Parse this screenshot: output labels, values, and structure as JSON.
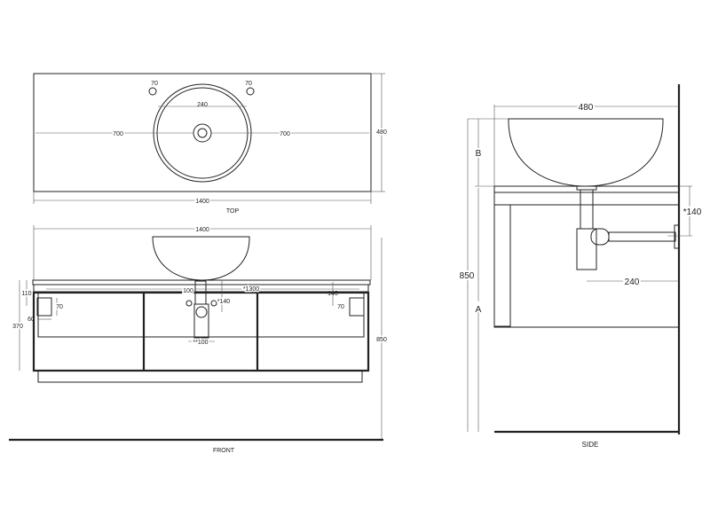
{
  "top_view": {
    "label": "TOP",
    "tap_left": "70",
    "tap_right": "70",
    "basin_diameter": "240",
    "left_offset": "700",
    "right_offset": "700",
    "depth": "480",
    "width": "1400"
  },
  "front_view": {
    "label": "FRONT",
    "width": "1400",
    "bracket_top": "110",
    "cabinet_height": "370",
    "bracket_width": "60",
    "bracket_height_left": "70",
    "bracket_height_right": "70",
    "bracket_spacing": "*1300",
    "bracket_right_offset": "140",
    "waste_offset": "100",
    "waste_height": "*140",
    "waste_spacing": "**100",
    "total_height": "850"
  },
  "side_view": {
    "label": "SIDE",
    "depth": "480",
    "basin_height": "B",
    "cabinet_height": "A",
    "total_height": "850",
    "trap_height": "*140",
    "trap_projection": "240"
  }
}
